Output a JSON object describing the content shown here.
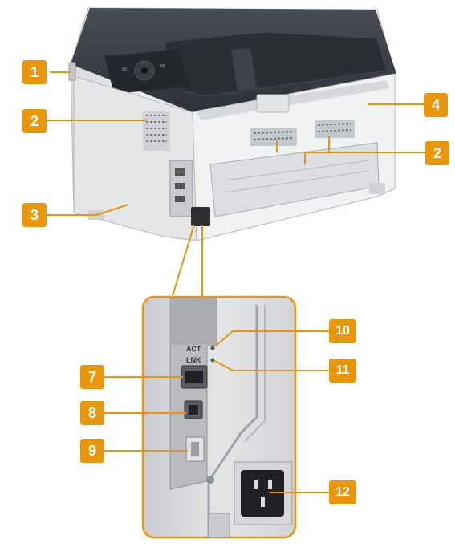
{
  "callouts": [
    {
      "id": "c1",
      "label": "1"
    },
    {
      "id": "c2a",
      "label": "2"
    },
    {
      "id": "c2b",
      "label": "2"
    },
    {
      "id": "c3",
      "label": "3"
    },
    {
      "id": "c4",
      "label": "4"
    },
    {
      "id": "c7",
      "label": "7"
    },
    {
      "id": "c8",
      "label": "8"
    },
    {
      "id": "c9",
      "label": "9"
    },
    {
      "id": "c10",
      "label": "10"
    },
    {
      "id": "c11",
      "label": "11"
    },
    {
      "id": "c12",
      "label": "12"
    }
  ],
  "port_labels": {
    "act": "ACT",
    "lnk": "LNK"
  },
  "colors": {
    "callout": "#E8960C",
    "leader": "#E8960C",
    "inset_border": "#E8960C",
    "printer_body": "#e9eaec",
    "printer_top": "#3b3e44"
  }
}
